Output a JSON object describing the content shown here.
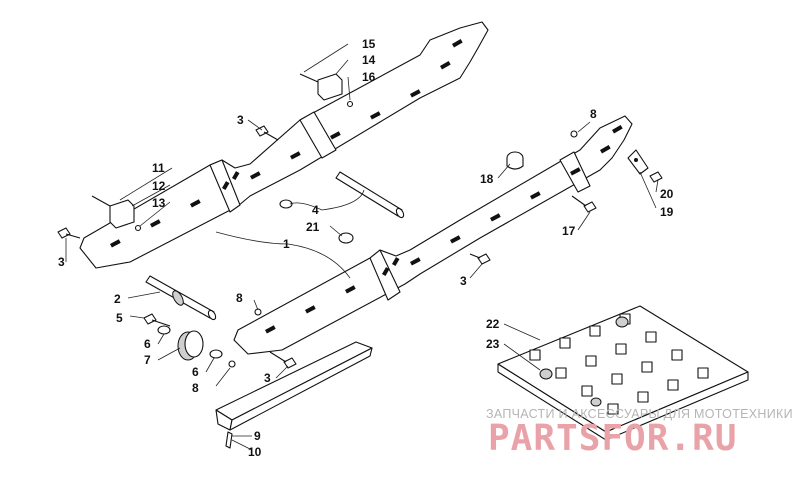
{
  "diagram": {
    "callouts": [
      "1",
      "2",
      "3",
      "3",
      "3",
      "3",
      "4",
      "5",
      "6",
      "6",
      "7",
      "8",
      "8",
      "8",
      "9",
      "10",
      "11",
      "12",
      "13",
      "14",
      "15",
      "16",
      "17",
      "18",
      "19",
      "20",
      "21",
      "22",
      "23"
    ]
  },
  "watermark": {
    "caption": "ЗАПЧАСТИ И АКСЕССУАРЫ ДЛЯ МОТОТЕХНИКИ",
    "logo": "PARTSFOR.RU"
  },
  "colors": {
    "line": "#111111",
    "watermark_logo": "#e9a3a8",
    "watermark_caption": "#b5b5b5"
  }
}
